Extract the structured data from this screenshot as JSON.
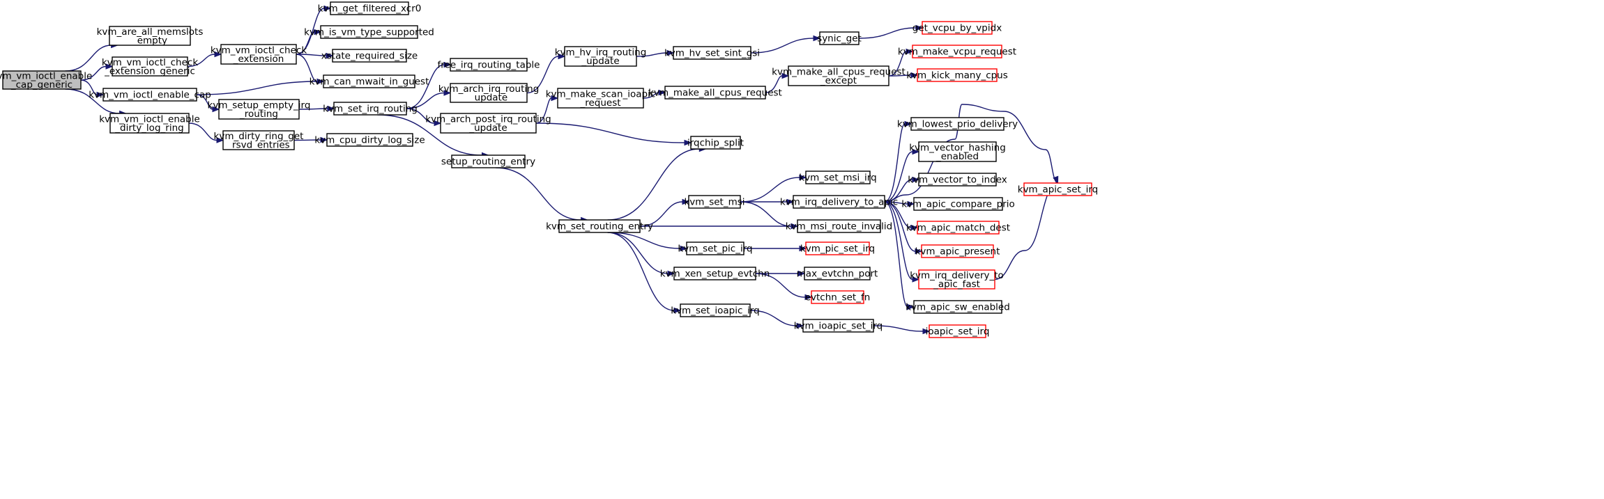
{
  "graph": {
    "title": "",
    "colors": {
      "edge": "#191970",
      "root_fill": "#bfbfbf",
      "normal_border": "#000000",
      "truncated_border": "#ff0000",
      "node_fill": "#ffffff"
    },
    "nodes": [
      {
        "id": "root",
        "lines": [
          "kvm_vm_ioctl_enable",
          "_cap_generic"
        ],
        "style": "root"
      },
      {
        "id": "are_all_memslots",
        "lines": [
          "kvm_are_all_memslots",
          "_empty"
        ],
        "style": "normal"
      },
      {
        "id": "check_ext_generic",
        "lines": [
          "kvm_vm_ioctl_check",
          "_extension_generic"
        ],
        "style": "normal"
      },
      {
        "id": "enable_cap",
        "lines": [
          "kvm_vm_ioctl_enable_cap"
        ],
        "style": "normal"
      },
      {
        "id": "enable_dirty_log",
        "lines": [
          "kvm_vm_ioctl_enable",
          "_dirty_log_ring"
        ],
        "style": "normal"
      },
      {
        "id": "check_ext",
        "lines": [
          "kvm_vm_ioctl_check",
          "_extension"
        ],
        "style": "normal"
      },
      {
        "id": "setup_empty",
        "lines": [
          "kvm_setup_empty_irq",
          "_routing"
        ],
        "style": "normal"
      },
      {
        "id": "dirty_ring_get",
        "lines": [
          "kvm_dirty_ring_get",
          "_rsvd_entries"
        ],
        "style": "normal"
      },
      {
        "id": "get_filtered_xcr0",
        "lines": [
          "kvm_get_filtered_xcr0"
        ],
        "style": "normal"
      },
      {
        "id": "is_vm_type",
        "lines": [
          "kvm_is_vm_type_supported"
        ],
        "style": "normal"
      },
      {
        "id": "xstate_required",
        "lines": [
          "xstate_required_size"
        ],
        "style": "normal"
      },
      {
        "id": "can_mwait",
        "lines": [
          "kvm_can_mwait_in_guest"
        ],
        "style": "normal"
      },
      {
        "id": "set_irq_routing",
        "lines": [
          "kvm_set_irq_routing"
        ],
        "style": "normal"
      },
      {
        "id": "cpu_dirty_log",
        "lines": [
          "kvm_cpu_dirty_log_size"
        ],
        "style": "normal"
      },
      {
        "id": "free_irq_routing",
        "lines": [
          "free_irq_routing_table"
        ],
        "style": "normal"
      },
      {
        "id": "arch_irq_routing",
        "lines": [
          "kvm_arch_irq_routing",
          "_update"
        ],
        "style": "normal"
      },
      {
        "id": "arch_post_irq",
        "lines": [
          "kvm_arch_post_irq_routing",
          "_update"
        ],
        "style": "normal"
      },
      {
        "id": "setup_routing_entry",
        "lines": [
          "setup_routing_entry"
        ],
        "style": "normal"
      },
      {
        "id": "hv_irq_routing",
        "lines": [
          "kvm_hv_irq_routing",
          "_update"
        ],
        "style": "normal"
      },
      {
        "id": "make_scan_ioapic",
        "lines": [
          "kvm_make_scan_ioapic",
          "_request"
        ],
        "style": "normal"
      },
      {
        "id": "set_routing_entry",
        "lines": [
          "kvm_set_routing_entry"
        ],
        "style": "normal"
      },
      {
        "id": "hv_set_sint_gsi",
        "lines": [
          "kvm_hv_set_sint_gsi"
        ],
        "style": "normal"
      },
      {
        "id": "make_all_cpus",
        "lines": [
          "kvm_make_all_cpus_request"
        ],
        "style": "normal"
      },
      {
        "id": "irqchip_split",
        "lines": [
          "irqchip_split"
        ],
        "style": "normal"
      },
      {
        "id": "set_msi",
        "lines": [
          "kvm_set_msi"
        ],
        "style": "normal"
      },
      {
        "id": "set_pic_irq",
        "lines": [
          "kvm_set_pic_irq"
        ],
        "style": "normal"
      },
      {
        "id": "xen_setup_evtchn",
        "lines": [
          "kvm_xen_setup_evtchn"
        ],
        "style": "normal"
      },
      {
        "id": "set_ioapic_irq",
        "lines": [
          "kvm_set_ioapic_irq"
        ],
        "style": "normal"
      },
      {
        "id": "synic_get",
        "lines": [
          "synic_get"
        ],
        "style": "normal"
      },
      {
        "id": "make_all_cpus_except",
        "lines": [
          "kvm_make_all_cpus_request",
          "_except"
        ],
        "style": "normal"
      },
      {
        "id": "set_msi_irq",
        "lines": [
          "kvm_set_msi_irq"
        ],
        "style": "normal"
      },
      {
        "id": "irq_delivery",
        "lines": [
          "kvm_irq_delivery_to_apic"
        ],
        "style": "normal"
      },
      {
        "id": "msi_route_invalid",
        "lines": [
          "kvm_msi_route_invalid"
        ],
        "style": "normal"
      },
      {
        "id": "pic_set_irq",
        "lines": [
          "kvm_pic_set_irq"
        ],
        "style": "truncated"
      },
      {
        "id": "max_evtchn",
        "lines": [
          "max_evtchn_port"
        ],
        "style": "normal"
      },
      {
        "id": "evtchn_set_fn",
        "lines": [
          "evtchn_set_fn"
        ],
        "style": "truncated"
      },
      {
        "id": "ioapic_set_irq_kvm",
        "lines": [
          "kvm_ioapic_set_irq"
        ],
        "style": "normal"
      },
      {
        "id": "get_vcpu_by_vpidx",
        "lines": [
          "get_vcpu_by_vpidx"
        ],
        "style": "truncated"
      },
      {
        "id": "make_vcpu_request",
        "lines": [
          "kvm_make_vcpu_request"
        ],
        "style": "truncated"
      },
      {
        "id": "kick_many_cpus",
        "lines": [
          "kvm_kick_many_cpus"
        ],
        "style": "truncated"
      },
      {
        "id": "lowest_prio",
        "lines": [
          "kvm_lowest_prio_delivery"
        ],
        "style": "normal"
      },
      {
        "id": "vector_hashing",
        "lines": [
          "kvm_vector_hashing",
          "_enabled"
        ],
        "style": "normal"
      },
      {
        "id": "vector_to_index",
        "lines": [
          "kvm_vector_to_index"
        ],
        "style": "normal"
      },
      {
        "id": "compare_prio",
        "lines": [
          "kvm_apic_compare_prio"
        ],
        "style": "normal"
      },
      {
        "id": "match_dest",
        "lines": [
          "kvm_apic_match_dest"
        ],
        "style": "truncated"
      },
      {
        "id": "apic_present",
        "lines": [
          "kvm_apic_present"
        ],
        "style": "truncated"
      },
      {
        "id": "irq_delivery_fast",
        "lines": [
          "kvm_irq_delivery_to",
          "_apic_fast"
        ],
        "style": "truncated"
      },
      {
        "id": "apic_sw_enabled",
        "lines": [
          "kvm_apic_sw_enabled"
        ],
        "style": "normal"
      },
      {
        "id": "ioapic_set_irq",
        "lines": [
          "ioapic_set_irq"
        ],
        "style": "truncated"
      },
      {
        "id": "apic_set_irq",
        "lines": [
          "kvm_apic_set_irq"
        ],
        "style": "truncated"
      }
    ]
  }
}
